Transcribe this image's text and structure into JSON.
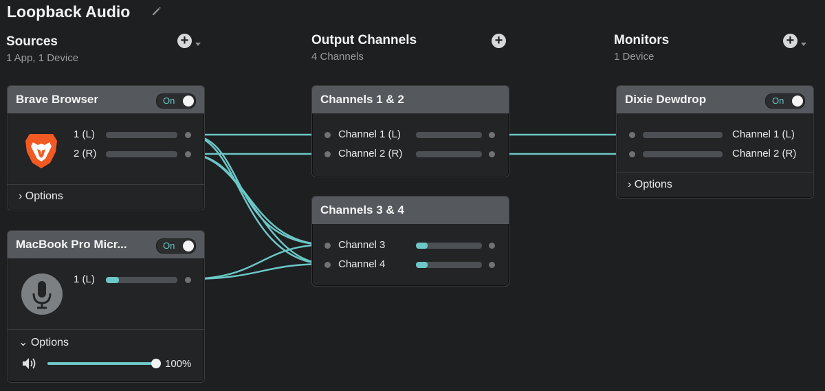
{
  "app": {
    "title": "Loopback Audio"
  },
  "columns": {
    "sources": {
      "title": "Sources",
      "subtitle": "1 App, 1 Device"
    },
    "outputs": {
      "title": "Output Channels",
      "subtitle": "4 Channels"
    },
    "monitors": {
      "title": "Monitors",
      "subtitle": "1 Device"
    }
  },
  "plus_label": "+",
  "sources": [
    {
      "name": "Brave Browser",
      "toggle": "On",
      "icon": "brave-lion-icon",
      "channels": [
        {
          "label": "1 (L)",
          "level": 0
        },
        {
          "label": "2 (R)",
          "level": 0
        }
      ],
      "options_label": "Options",
      "options_expanded": false
    },
    {
      "name": "MacBook Pro Micr...",
      "toggle": "On",
      "icon": "microphone-icon",
      "channels": [
        {
          "label": "1 (L)",
          "level": 0.18
        }
      ],
      "options_label": "Options",
      "options_expanded": true,
      "volume": "100%",
      "volume_level": 1.0
    }
  ],
  "outputs": [
    {
      "name": "Channels 1 & 2",
      "channels": [
        {
          "label": "Channel 1 (L)",
          "level": 0
        },
        {
          "label": "Channel 2 (R)",
          "level": 0
        }
      ]
    },
    {
      "name": "Channels 3 & 4",
      "channels": [
        {
          "label": "Channel 3",
          "level": 0.18
        },
        {
          "label": "Channel 4",
          "level": 0.18
        }
      ]
    }
  ],
  "monitors": [
    {
      "name": "Dixie Dewdrop",
      "toggle": "On",
      "channels": [
        {
          "label": "Channel 1 (L)",
          "level": 0
        },
        {
          "label": "Channel 2 (R)",
          "level": 0
        }
      ],
      "options_label": "Options"
    }
  ],
  "colors": {
    "accent": "#6cc7c6",
    "background": "#1d1f21",
    "card_header": "#55595d"
  }
}
